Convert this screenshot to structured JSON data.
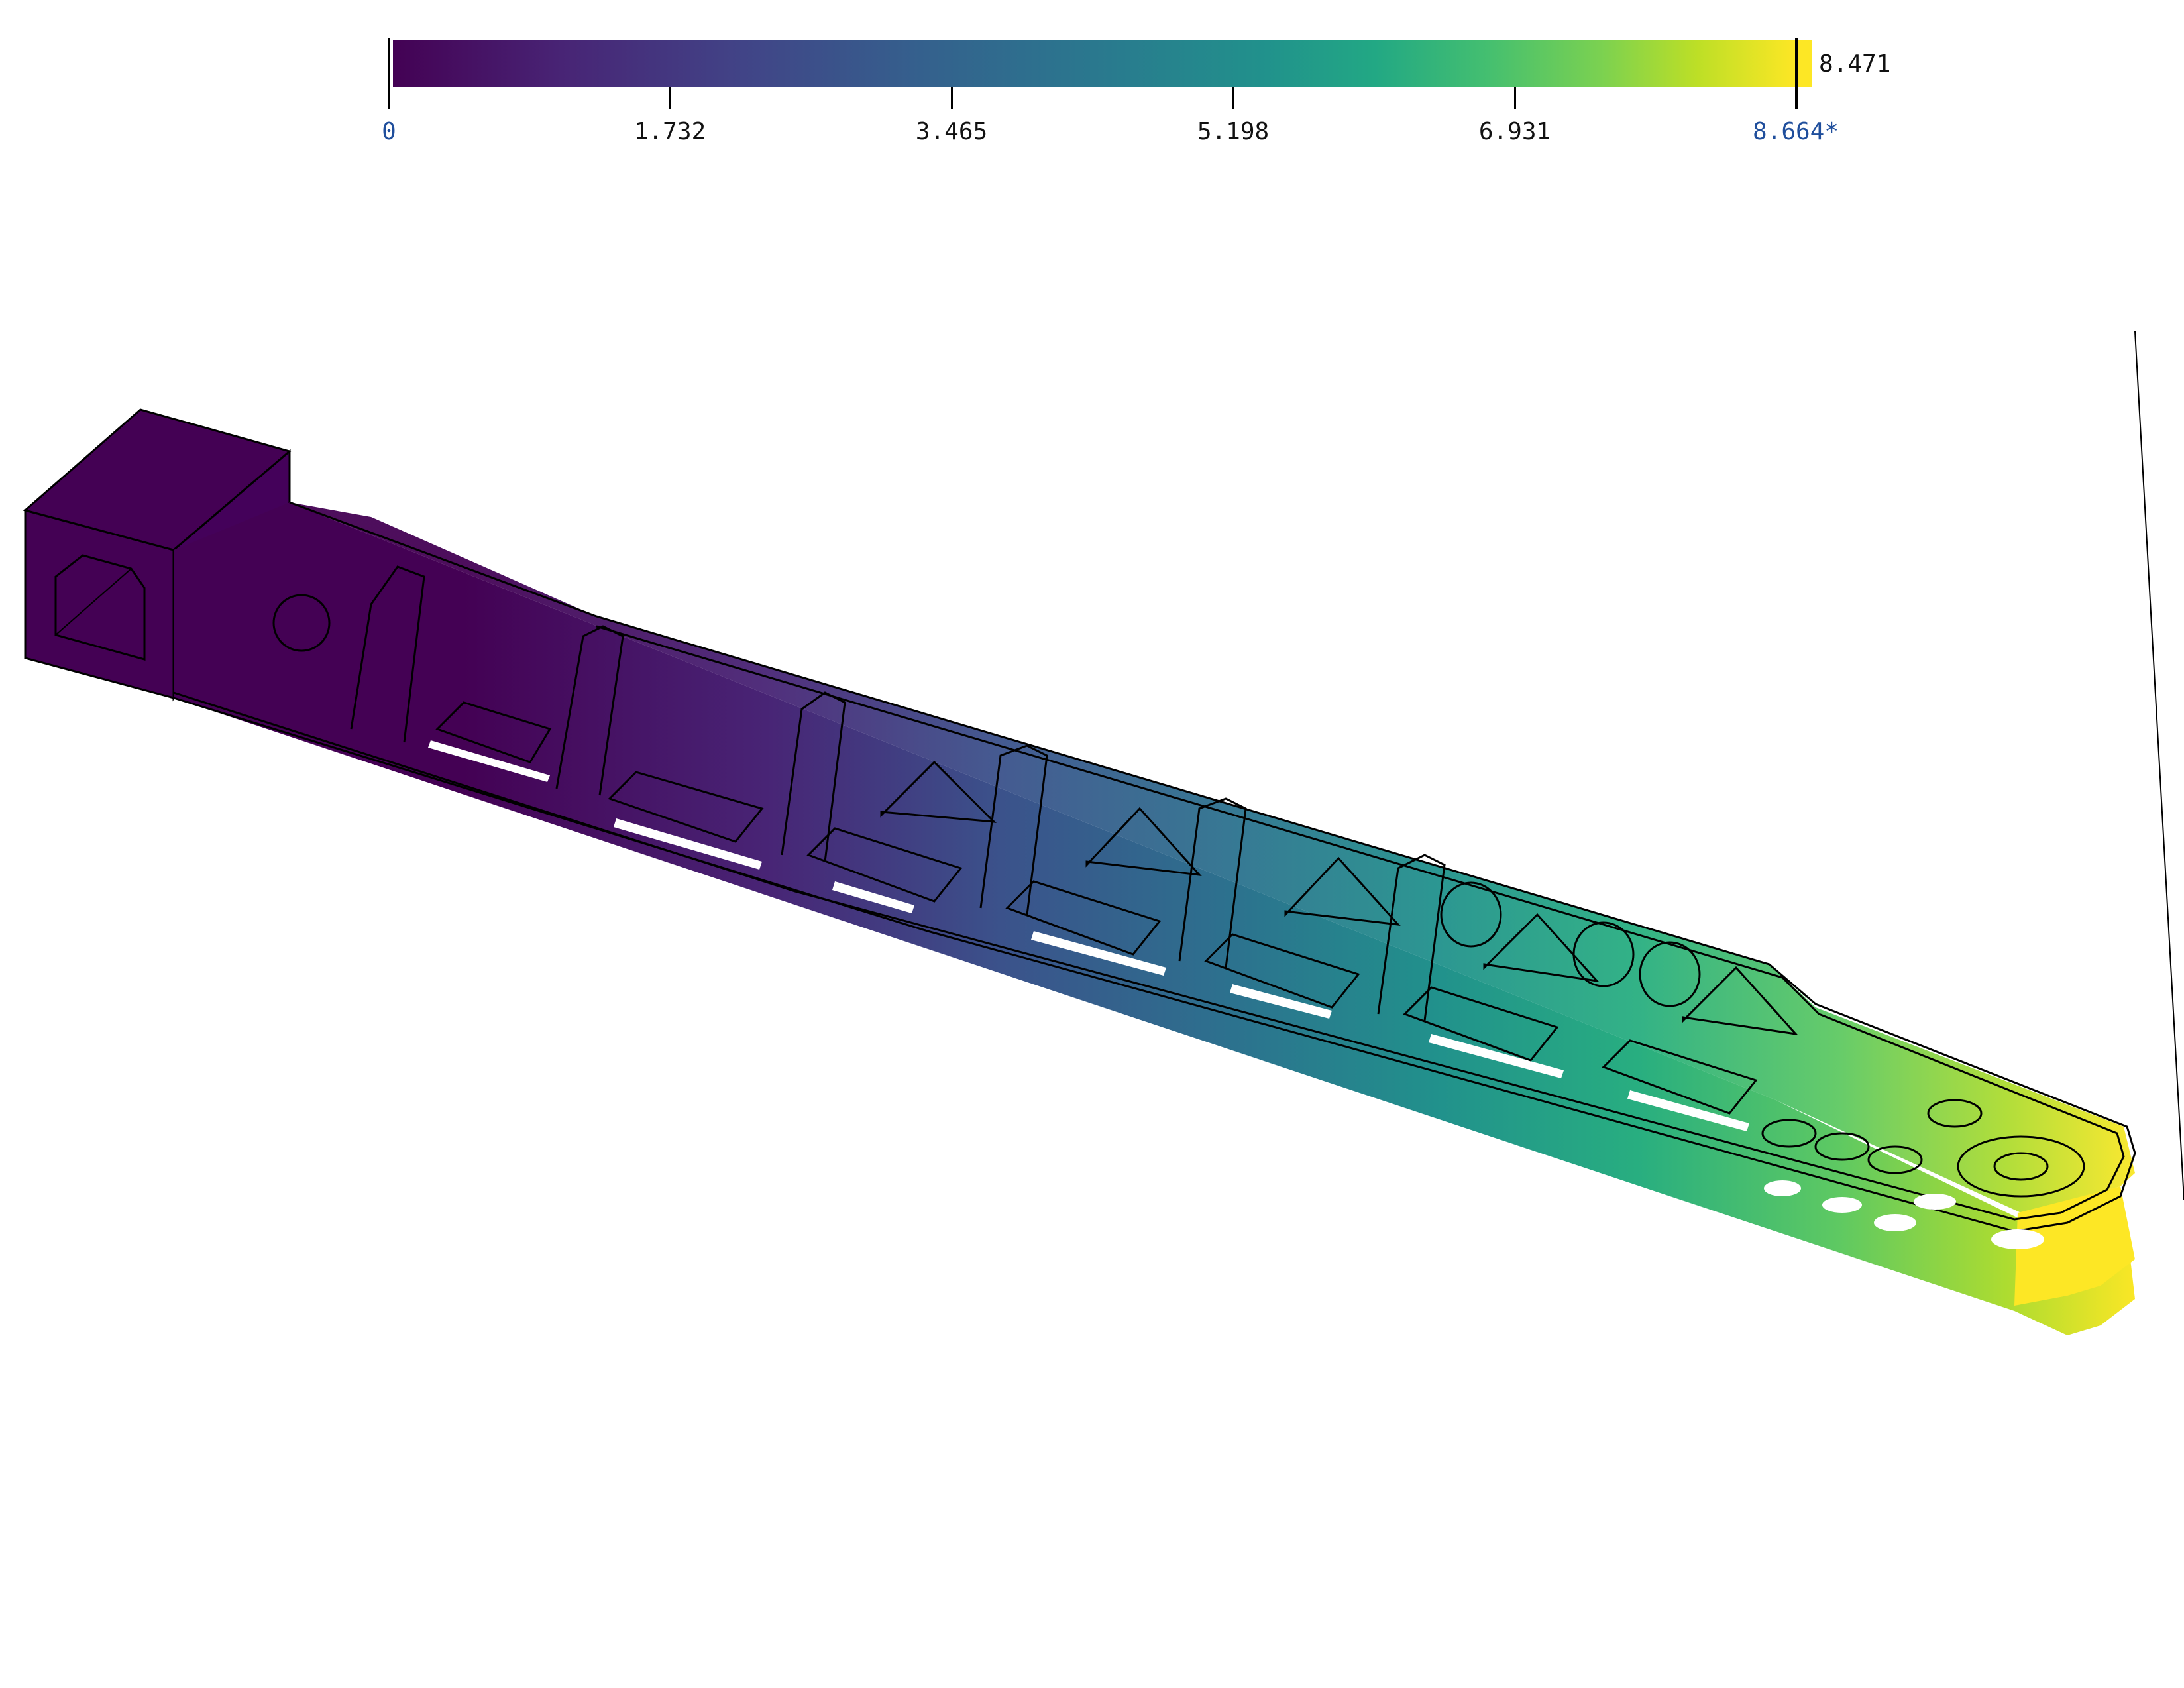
{
  "colorbar": {
    "colormap": "viridis",
    "min_label": "0",
    "ticks": [
      "1.732",
      "3.465",
      "5.198",
      "6.931"
    ],
    "max_label": "8.664*",
    "current_max_value": "8.471",
    "colors": {
      "low": "#440154",
      "mid": "#21918c",
      "high": "#fde725",
      "limit_label": "#1f4e9c"
    }
  },
  "model": {
    "description_icon": "3d-part-contour",
    "fill_fraction_max": 0.978
  }
}
